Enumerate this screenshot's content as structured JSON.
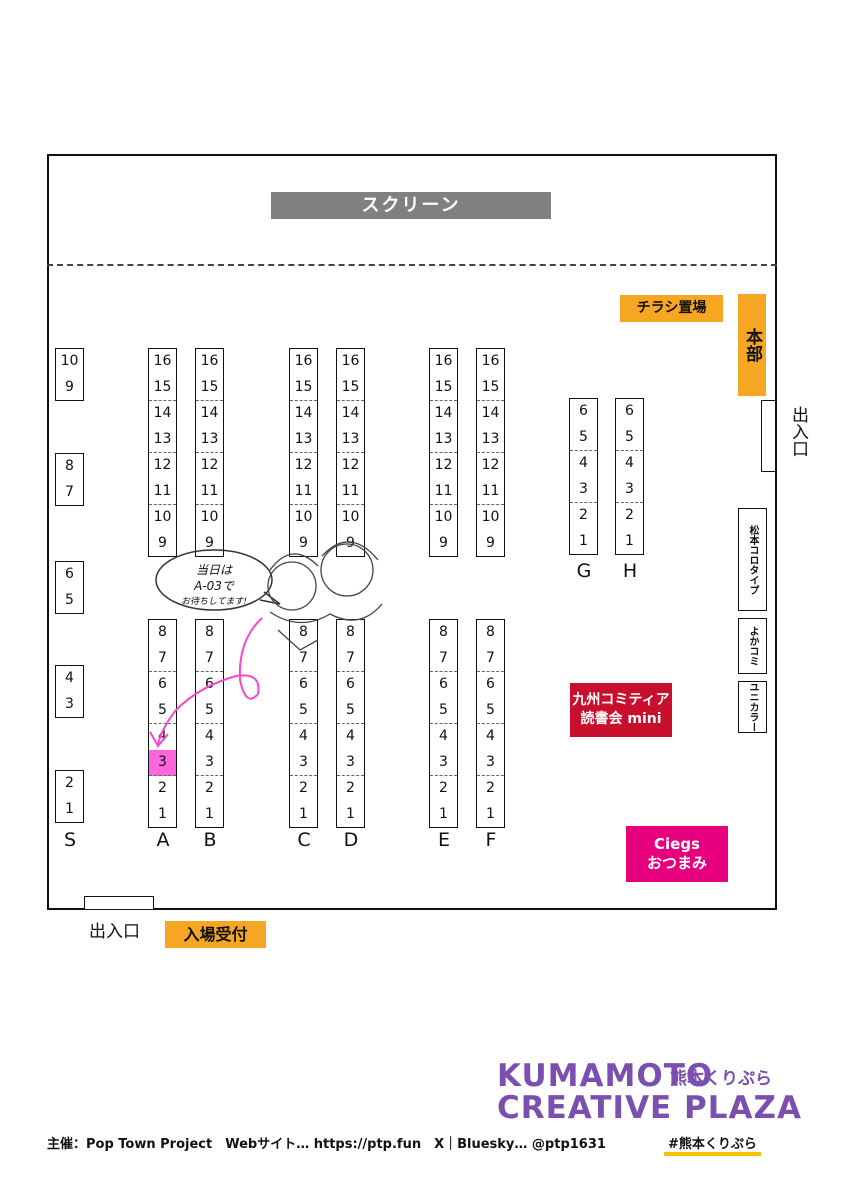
{
  "screen_label": "スクリーン",
  "flyer_label": "チラシ置場",
  "hq_label": "本部",
  "exit_label": "出入口",
  "reception_label": "入場受付",
  "kyushu_label": [
    "九州コミティア",
    "読書会 mini"
  ],
  "ciegs_label": [
    "Ciegs",
    "おつまみ"
  ],
  "side_booths": [
    "松本コロタイプ",
    "よかコミ",
    "ユニカラー"
  ],
  "bubble_text": [
    "当日は",
    "A-03で",
    "お待ちしてます!"
  ],
  "row_labels": {
    "S": "S",
    "A": "A",
    "B": "B",
    "C": "C",
    "D": "D",
    "E": "E",
    "F": "F",
    "G": "G",
    "H": "H"
  },
  "rows": {
    "S": [
      [
        "10",
        "9"
      ],
      [
        "8",
        "7"
      ],
      [
        "6",
        "5"
      ],
      [
        "4",
        "3"
      ],
      [
        "2",
        "1"
      ]
    ],
    "upper": [
      "16",
      "15",
      "14",
      "13",
      "12",
      "11",
      "10",
      "9"
    ],
    "lower": [
      "8",
      "7",
      "6",
      "5",
      "4",
      "3",
      "2",
      "1"
    ],
    "GH": [
      "6",
      "5",
      "4",
      "3",
      "2",
      "1"
    ]
  },
  "highlight": {
    "row": "A",
    "number": "3"
  },
  "logo": {
    "line1": "KUMAMOTO",
    "line2": "CREATIVE PLAZA",
    "sub": "熊本くりぷら"
  },
  "footer": "主催：Pop Town Project　Webサイト… https://ptp.fun　X｜Bluesky… @ptp1631",
  "hashtag": "#熊本くりぷら",
  "colors": {
    "orange": "#f5a623",
    "red": "#c8102e",
    "pink": "#e6007e",
    "highlight": "#ff66dd",
    "screen": "#808080",
    "logo": "#7b4fb0"
  }
}
